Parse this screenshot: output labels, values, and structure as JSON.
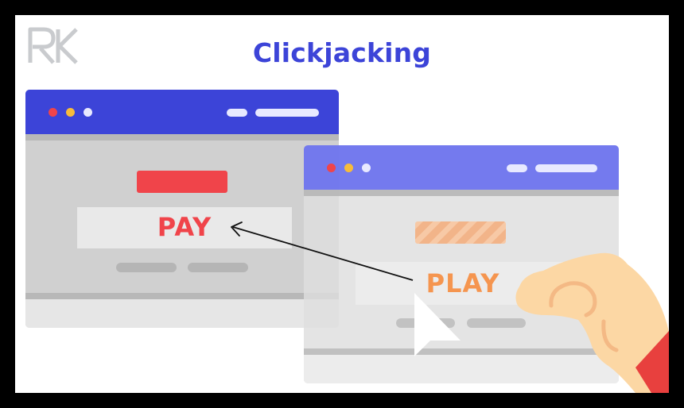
{
  "title": "Clickjacking",
  "logo": {
    "text": "RK",
    "icon": "rk-logo-icon"
  },
  "pay_window": {
    "label": "PAY",
    "accent": "#f0444a",
    "bar_color": "#3c44d8"
  },
  "play_window": {
    "label": "PLAY",
    "accent": "#f5954f",
    "bar_color": "#7278f2"
  },
  "colors": {
    "title": "#3c44d8",
    "dot_red": "#f0444a",
    "dot_yellow": "#f7bc3a",
    "hand": "#fcd7a4",
    "sleeve": "#e8403e"
  },
  "icons": [
    "arrow-icon",
    "cursor-pointer-icon",
    "hand-icon"
  ]
}
